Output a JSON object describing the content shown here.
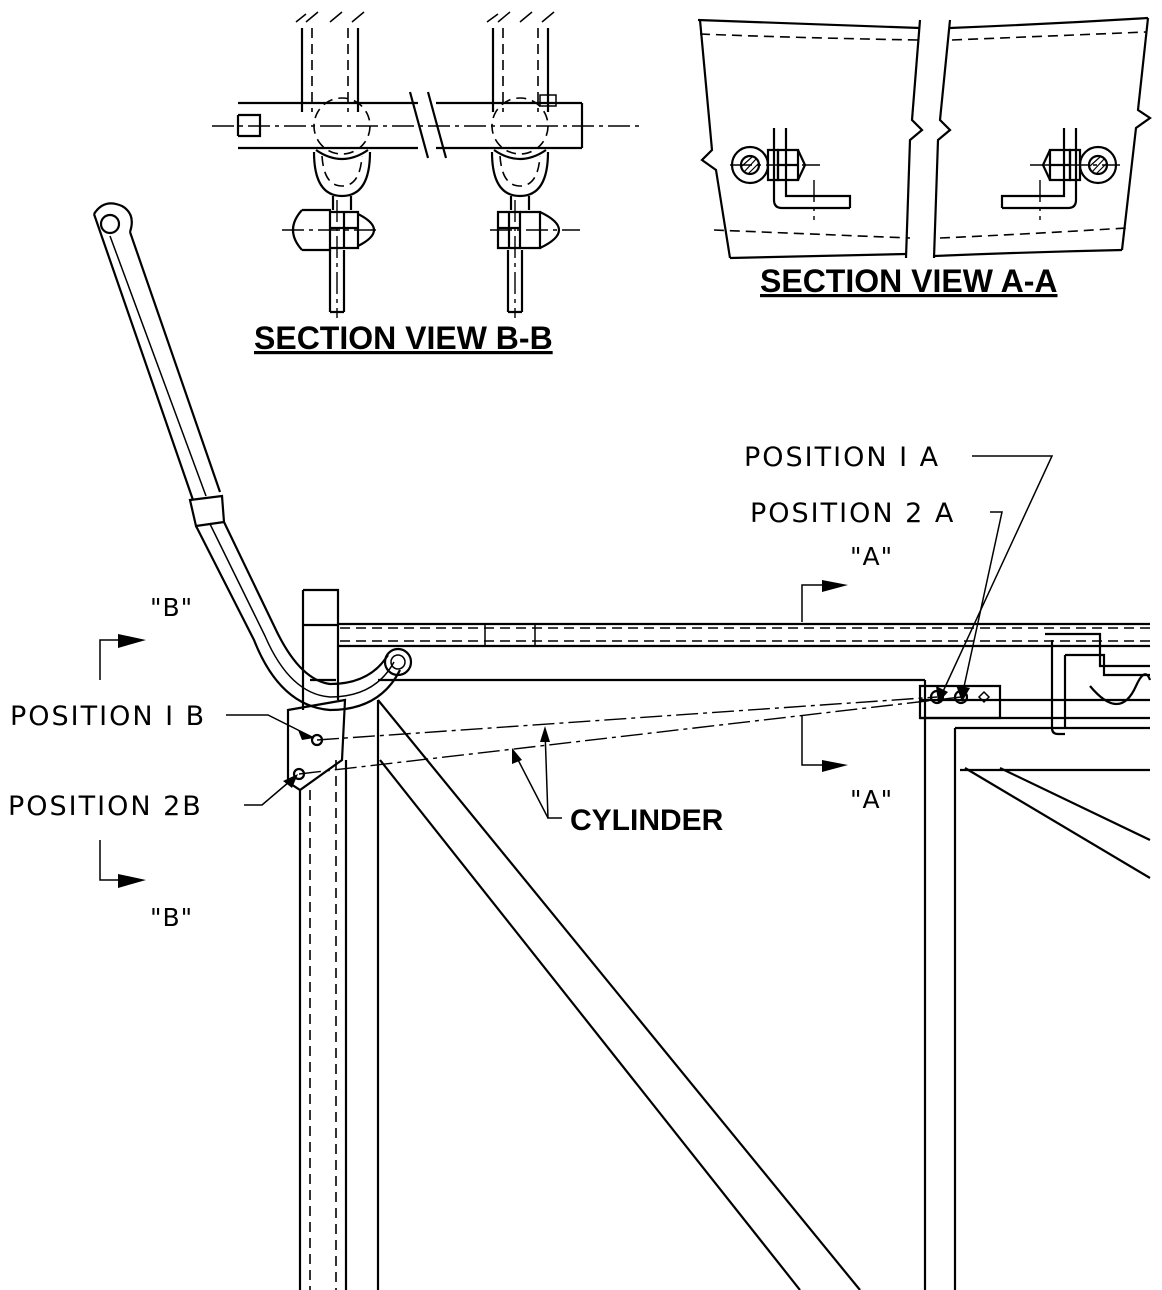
{
  "section_views": {
    "b_title": "SECTION VIEW B-B",
    "a_title": "SECTION VIEW A-A"
  },
  "labels": {
    "position_1a": "POSITION I A",
    "position_2a": "POSITION 2 A",
    "section_a_top": "\"A\"",
    "section_a_bottom": "\"A\"",
    "section_b_top": "\"B\"",
    "section_b_bottom": "\"B\"",
    "position_1b": "POSITION I B",
    "position_2b": "POSITION 2B",
    "cylinder": "CYLINDER"
  }
}
